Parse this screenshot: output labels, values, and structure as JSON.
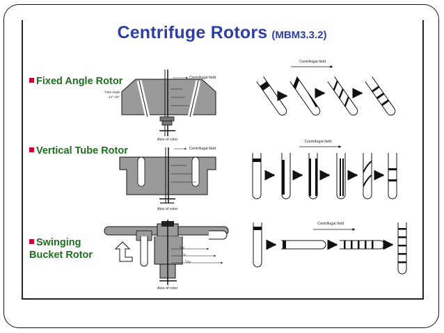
{
  "slide": {
    "title": "Centrifuge Rotors",
    "title_ref": "(MBM3.3.2)"
  },
  "sections": [
    {
      "label": "Fixed Angle Rotor",
      "rotor_labels": {
        "centrifugal_field": "Centrifugal field",
        "tube_angle": "Tube angle",
        "tube_angle_range": "14°–40°",
        "axis": "Axis of rotor"
      },
      "tubes_label": "Centrifugal field"
    },
    {
      "label": "Vertical Tube Rotor",
      "rotor_labels": {
        "centrifugal_field": "Centrifugal field",
        "axis": "Axis of rotor"
      },
      "tubes_label": "Centrifugal field"
    },
    {
      "label_line1": "Swinging",
      "label_line2": "Bucket Rotor",
      "rotor_labels": {
        "axis": "Axis of rotor"
      },
      "tubes_label": "Centrifugal field"
    }
  ],
  "radii": {
    "r_min": "r",
    "sub_min": "min",
    "sub_av": "av",
    "sub_max": "max"
  },
  "colors": {
    "title": "#2d3fa0",
    "labels": "#1e6e1e",
    "bullet": "#cc0033",
    "rotor_fill": "#9a9a9a"
  },
  "icons": {
    "bullet": "red-square-bullet",
    "arrow": "right-arrow-icon",
    "bucket_swing": "swing-arrow-icon"
  }
}
